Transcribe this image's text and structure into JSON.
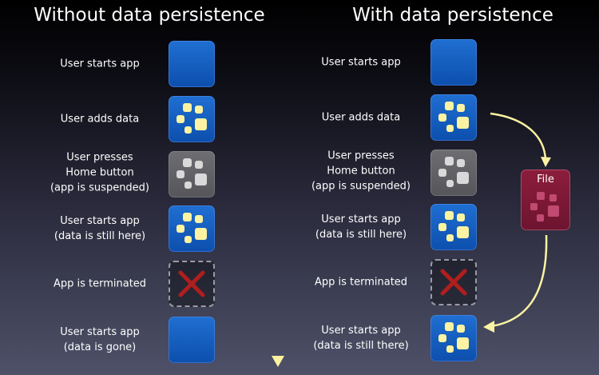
{
  "columns": {
    "left": {
      "title": "Without data persistence",
      "rows": [
        {
          "label": "User starts app",
          "tile": "blue-empty"
        },
        {
          "label": "User adds data",
          "tile": "blue-data"
        },
        {
          "label": "User presses\nHome button\n(app is suspended)",
          "tile": "gray-data"
        },
        {
          "label": "User starts app\n(data is still here)",
          "tile": "blue-data"
        },
        {
          "label": "App is terminated",
          "tile": "terminated"
        },
        {
          "label": "User starts app\n(data is gone)",
          "tile": "blue-empty"
        }
      ]
    },
    "right": {
      "title": "With data persistence",
      "rows": [
        {
          "label": "User starts app",
          "tile": "blue-empty"
        },
        {
          "label": "User adds data",
          "tile": "blue-data"
        },
        {
          "label": "User presses\nHome button\n(app is suspended)",
          "tile": "gray-data"
        },
        {
          "label": "User starts app\n(data is still here)",
          "tile": "blue-data"
        },
        {
          "label": "App is terminated",
          "tile": "terminated"
        },
        {
          "label": "User starts app\n(data is still there)",
          "tile": "blue-data"
        }
      ]
    }
  },
  "file": {
    "label": "File",
    "tile": "file-data"
  },
  "colors": {
    "tile_blue": "#1560c4",
    "data_block": "#fbf3a2",
    "tile_gray": "#626266",
    "file_tile": "#7d1836",
    "terminated_x": "#b01e1e",
    "arrows": "#fbf3a2"
  }
}
